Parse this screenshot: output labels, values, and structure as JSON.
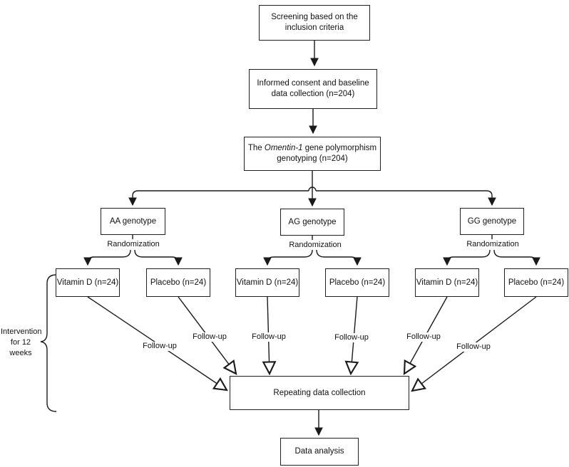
{
  "flow": {
    "screening": "Screening based on the inclusion criteria",
    "consent": "Informed consent and baseline data collection (n=204)",
    "genotyping": {
      "prefix": "The ",
      "gene": "Omentin-1",
      "suffix": " gene polymorphism genotyping (n=204)"
    },
    "genotypes": {
      "aa": "AA genotype",
      "ag": "AG genotype",
      "gg": "GG genotype"
    },
    "randomization": "Randomization",
    "vitamin_d_arm": "Vitamin D (n=24)",
    "placebo_arm": "Placebo (n=24)",
    "followup": "Follow-up",
    "intervention": "Intervention\nfor 12\nweeks",
    "repeating": "Repeating data collection",
    "analysis": "Data analysis"
  },
  "colors": {
    "stroke": "#1a1a1a",
    "box_background": "#ffffff"
  }
}
